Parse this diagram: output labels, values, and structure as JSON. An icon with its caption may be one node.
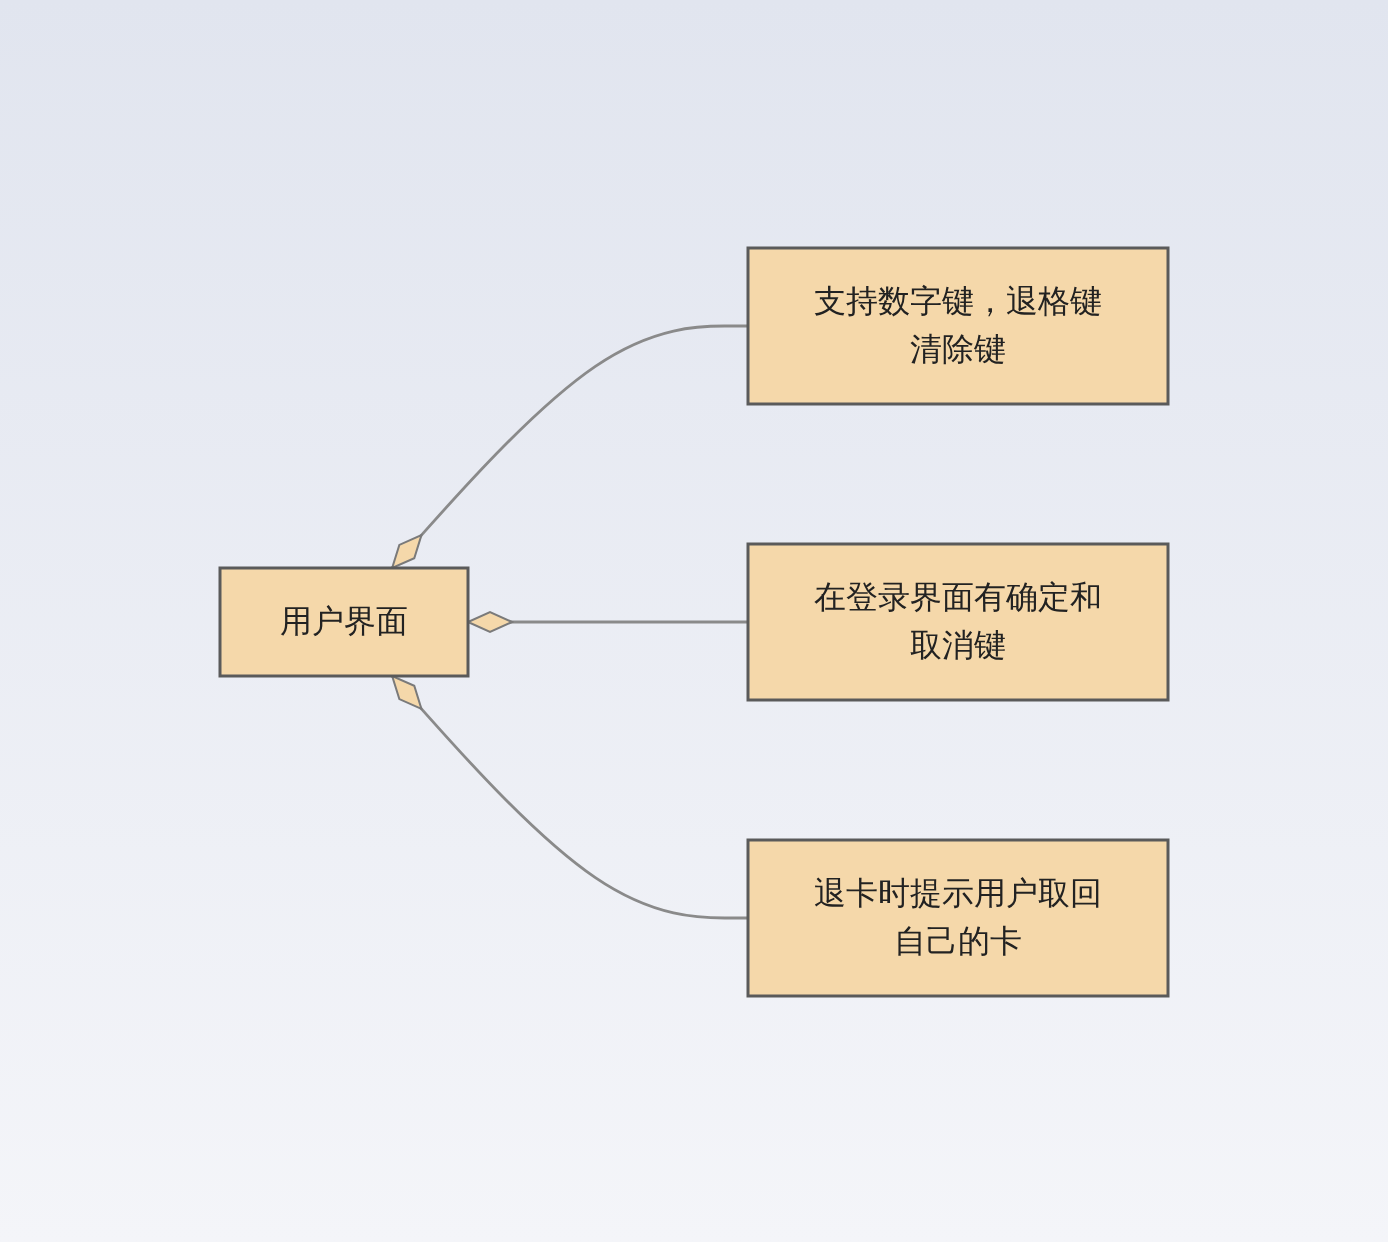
{
  "diagram": {
    "nodes": [
      {
        "text": [
          "支持数字键，退格键清除键"
        ]
      },
      {
        "text": [
          "在登录界面有确定和取消键"
        ]
      },
      {
        "text": [
          "用户界面"
        ]
      },
      {
        "text": [
          "退卡时提示用户取回自己的卡"
        ]
      }
    ],
    "edges": [
      {
        "from": 0,
        "to": 2,
        "arrow": "other"
      },
      {
        "from": 1,
        "to": 2,
        "arrow": "other"
      },
      {
        "from": 3,
        "to": 2,
        "arrow": "other"
      }
    ]
  }
}
